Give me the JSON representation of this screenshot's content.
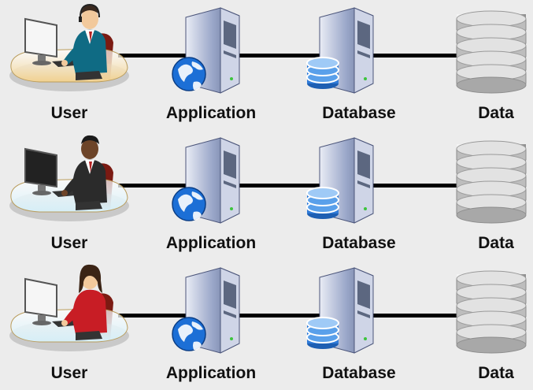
{
  "rows": [
    {
      "user": {
        "label": "User",
        "variant": "man-headset",
        "desk": "#f1d18f",
        "screen": "#f6f6f6",
        "suit": "#0f6b84",
        "skin": "#f2c99c",
        "hair": "#3b2a1f"
      },
      "application": {
        "label": "Application"
      },
      "database": {
        "label": "Database"
      },
      "data": {
        "label": "Data"
      }
    },
    {
      "user": {
        "label": "User",
        "variant": "man-dark",
        "desk": "#d5eef7",
        "screen": "#222222",
        "suit": "#2b2b2b",
        "skin": "#6d4428",
        "hair": "#1a1a1a"
      },
      "application": {
        "label": "Application"
      },
      "database": {
        "label": "Database"
      },
      "data": {
        "label": "Data"
      }
    },
    {
      "user": {
        "label": "User",
        "variant": "woman-red",
        "desk": "#d5eef7",
        "screen": "#f6f6f6",
        "suit": "#c81d25",
        "skin": "#f2c99c",
        "hair": "#3b2415"
      },
      "application": {
        "label": "Application"
      },
      "database": {
        "label": "Database"
      },
      "data": {
        "label": "Data"
      }
    }
  ],
  "colors": {
    "connector": "#000000",
    "server_body": "#9aa7c9",
    "globe": "#1c6fd6",
    "db_disk": "#2f7bd8",
    "data_stack": "#cfcfcf"
  },
  "icons": {
    "user": "person-at-desk-icon",
    "application": "server-with-globe-icon",
    "database": "server-with-database-icon",
    "data": "database-stack-icon"
  }
}
